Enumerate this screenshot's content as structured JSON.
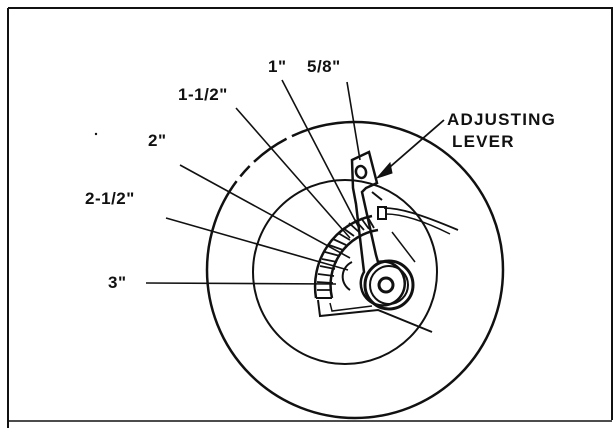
{
  "labels": {
    "one_inch": "1\"",
    "five_eighths": "5/8\"",
    "one_and_half": "1-1/2\"",
    "two": "2\"",
    "two_and_half": "2-1/2\"",
    "three": "3\"",
    "adjusting_lever_line1": "ADJUSTING",
    "adjusting_lever_line2": "LEVER"
  },
  "colors": {
    "ink": "#111111",
    "paper": "#ffffff"
  }
}
